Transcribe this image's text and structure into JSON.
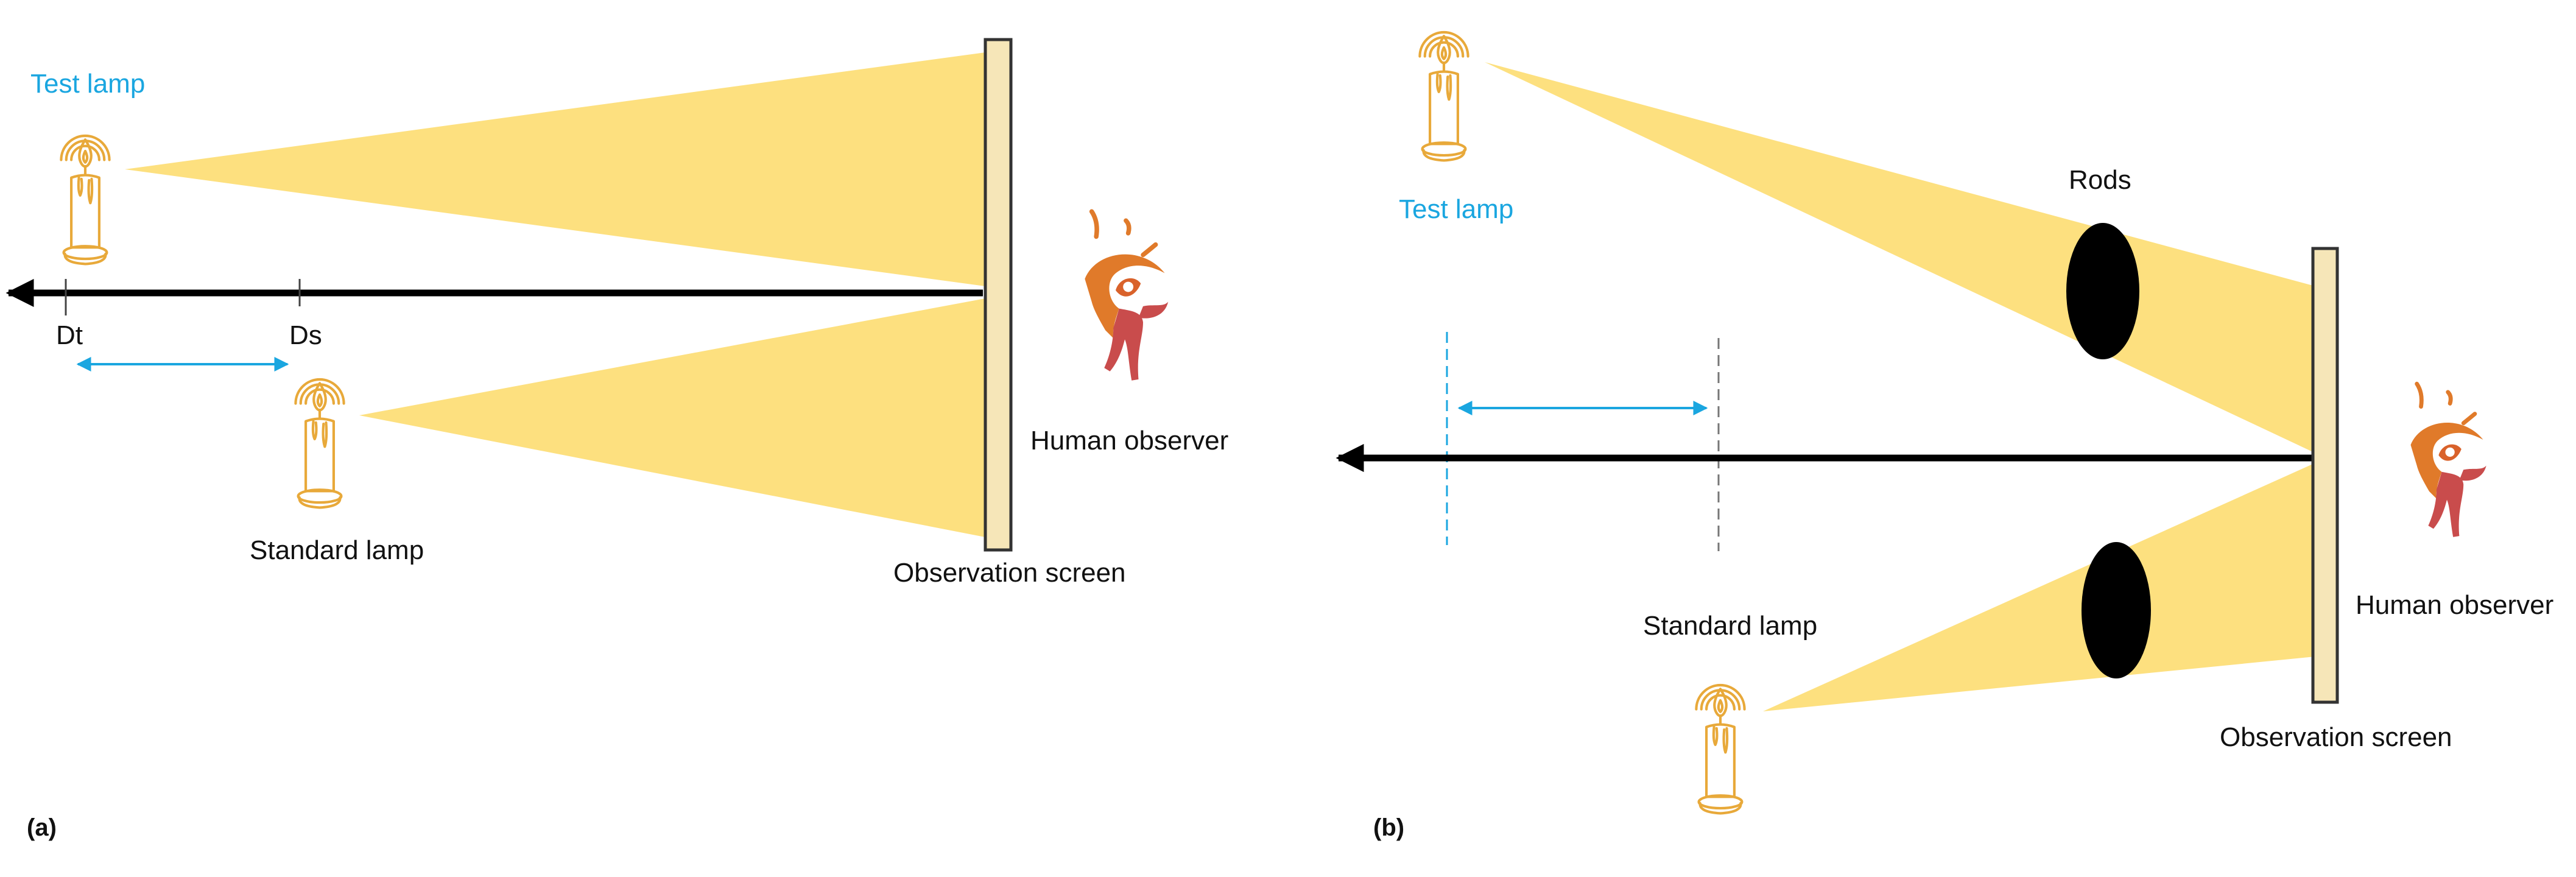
{
  "colors": {
    "beam": "#fde07f",
    "candle": "#e8a93a",
    "screen_fill": "#f6e6b8",
    "screen_stroke": "#333333",
    "axis": "#000000",
    "dim_arrow": "#1aa6e0",
    "rods": "#000000",
    "observer_orange": "#e07a2a",
    "observer_red": "#c94c4c",
    "test_label": "#1aa6e0"
  },
  "icons": {
    "lamp": "candle-icon",
    "observer": "eye-figure-icon"
  },
  "panel_a": {
    "tag": "(a)",
    "test_lamp_label": "Test lamp",
    "standard_lamp_label": "Standard lamp",
    "screen_label": "Observation screen",
    "observer_label": "Human observer",
    "tick_dt": "Dt",
    "tick_ds": "Ds"
  },
  "panel_b": {
    "tag": "(b)",
    "test_lamp_label": "Test lamp",
    "standard_lamp_label": "Standard lamp",
    "rods_label": "Rods",
    "screen_label": "Observation screen",
    "observer_label": "Human observer"
  }
}
